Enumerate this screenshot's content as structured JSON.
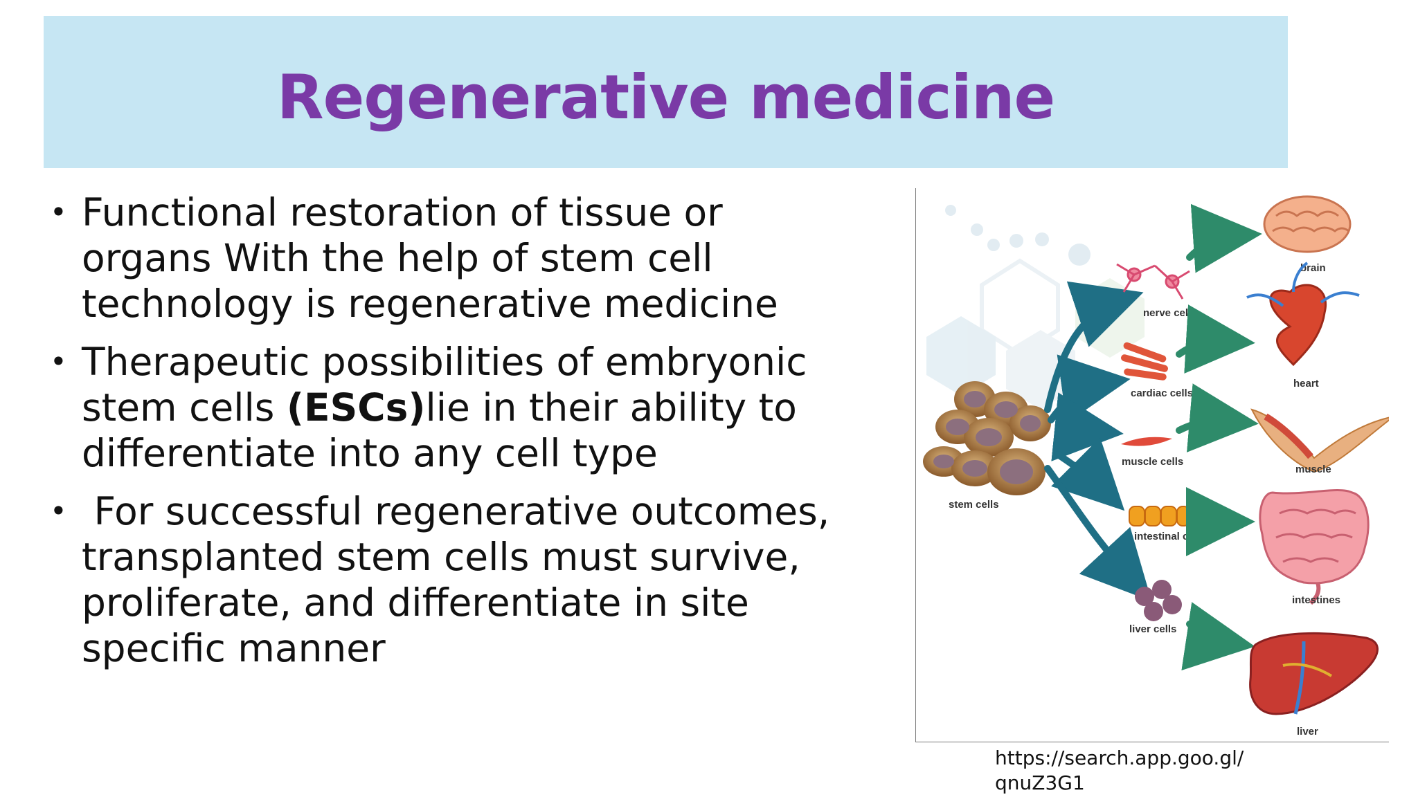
{
  "slide": {
    "title": "Regenerative medicine",
    "bullets": [
      {
        "text": "Functional restoration of tissue or organs With the help of stem cell technology is regenerative medicine"
      },
      {
        "before": "Therapeutic possibilities of embryonic stem cells ",
        "bold": "(ESCs)",
        "after": "lie in their ability to differentiate into any cell type"
      },
      {
        "text": " For successful regenerative outcomes, transplanted stem cells must survive, proliferate, and differentiate in site specific manner"
      }
    ],
    "bullet_symbol": "•"
  },
  "figure": {
    "labels": {
      "stem": "stem cells",
      "nerve": "nerve cells",
      "cardiac": "cardiac cells",
      "muscle_cells": "muscle cells",
      "intestinal": "intestinal cells",
      "liver_cells": "liver cells",
      "brain": "brain",
      "heart": "heart",
      "muscle": "muscle",
      "intestines": "intestines",
      "liver": "liver"
    }
  },
  "caption": "https://search.app.goo.gl/ qnuZ3G1",
  "colors": {
    "banner": "#c6e6f3",
    "title": "#7a3aa6",
    "text": "#111111",
    "arrow_teal": "#1f7a8c",
    "arrow_green": "#2e8b6a"
  }
}
